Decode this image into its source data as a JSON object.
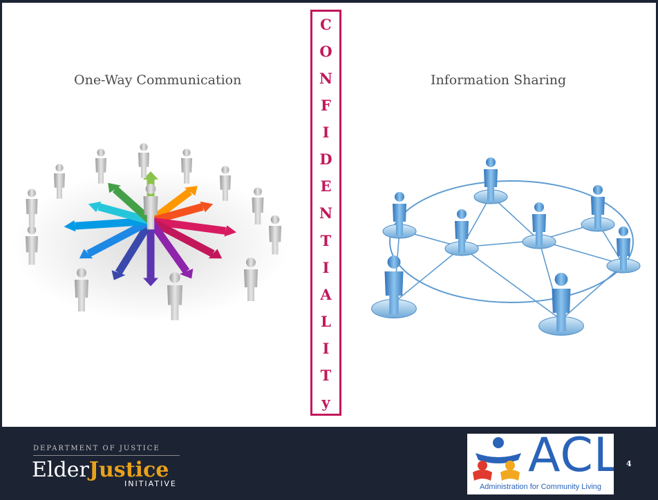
{
  "left_heading": "One-Way Communication",
  "right_heading": "Information Sharing",
  "vertical_word_letters": [
    "C",
    "O",
    "N",
    "F",
    "I",
    "D",
    "E",
    "N",
    "T",
    "I",
    "A",
    "L",
    "I",
    "T",
    "y"
  ],
  "footer": {
    "department": "DEPARTMENT OF JUSTICE",
    "brand_elder": "Elder",
    "brand_justice": "Justice",
    "brand_initiative": "INITIATIVE",
    "acl_logo_text": "ACL",
    "acl_tagline": "Administration for Community Living",
    "page_number": "4"
  },
  "colors": {
    "accent": "#c2185b",
    "footer_bg": "#1c2333",
    "acl_blue": "#2a63b8",
    "justice_gold": "#e8a21a"
  }
}
